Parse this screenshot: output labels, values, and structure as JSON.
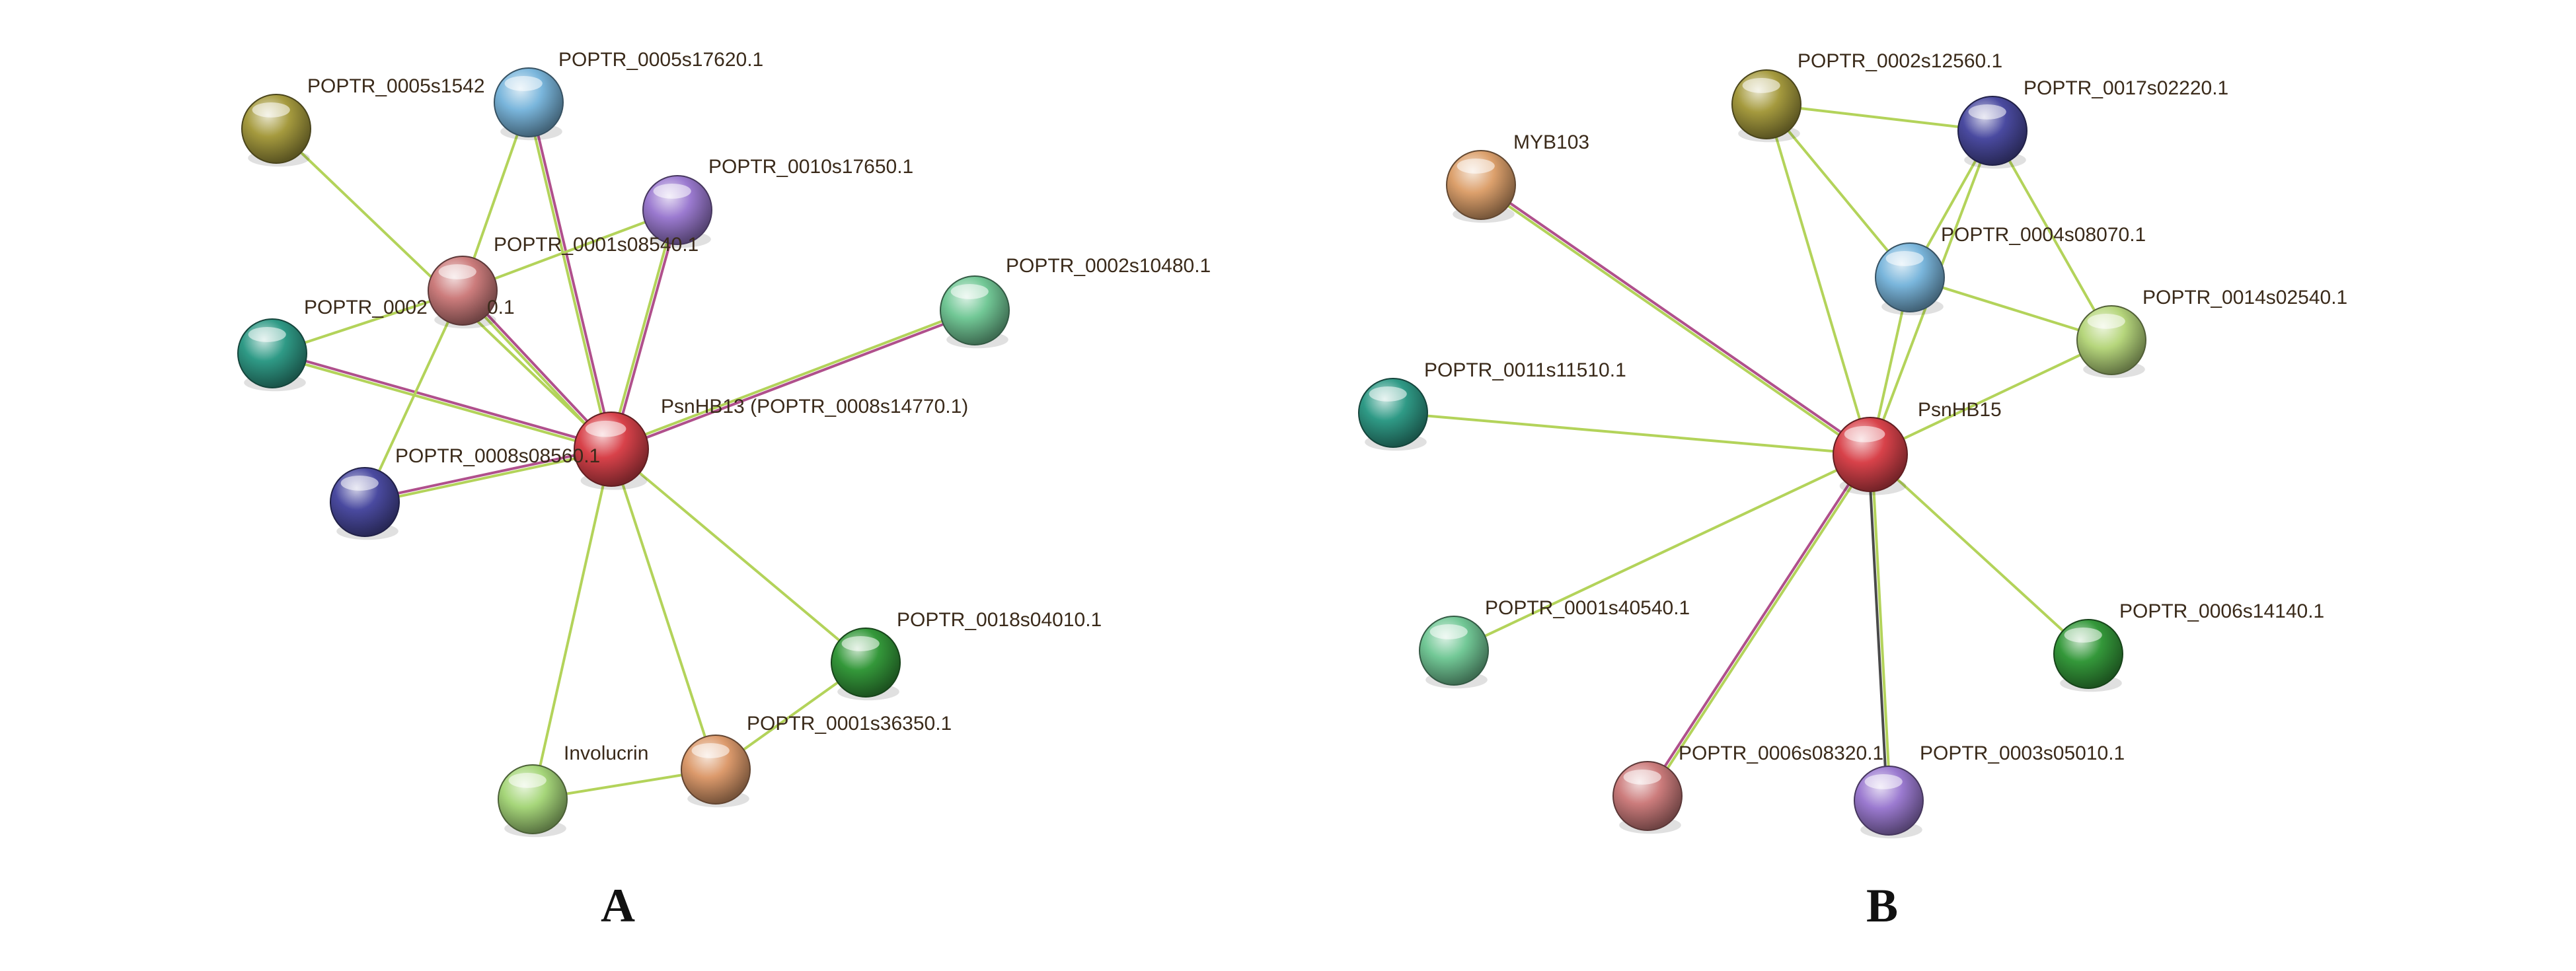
{
  "colors": {
    "edge_green": "#b3d35a",
    "edge_purple": "#b0508c",
    "edge_dark": "#4a4a4a"
  },
  "panels": [
    {
      "id": "A",
      "label": "A",
      "nodes": [
        {
          "id": "hub",
          "label": "PsnHB13 (POPTR_0008s14770.1)",
          "color": "#d8424a",
          "hub": true
        },
        {
          "id": "s17620",
          "label": "POPTR_0005s17620.1",
          "color": "#7ab6dc"
        },
        {
          "id": "s1542",
          "label": "POPTR_0005s1542",
          "color": "#a59a3e"
        },
        {
          "id": "s17650",
          "label": "POPTR_0010s17650.1",
          "color": "#9b7ad0"
        },
        {
          "id": "s08540",
          "label": "POPTR_0001s08540.1",
          "color": "#cc7c7c"
        },
        {
          "id": "s0002x",
          "label": "POPTR_0002",
          "label2": "0.1",
          "color": "#2f9a86"
        },
        {
          "id": "s10480",
          "label": "POPTR_0002s10480.1",
          "color": "#72c896"
        },
        {
          "id": "s08560",
          "label": "POPTR_0008s08560.1",
          "color": "#4a4aa0"
        },
        {
          "id": "s04010",
          "label": "POPTR_0018s04010.1",
          "color": "#34983a"
        },
        {
          "id": "s36350",
          "label": "POPTR_0001s36350.1",
          "color": "#dc9a6c"
        },
        {
          "id": "invol",
          "label": "Involucrin",
          "color": "#a6d67a"
        }
      ],
      "edges": [
        {
          "a": "hub",
          "b": "s17620",
          "kinds": [
            "green",
            "purple"
          ]
        },
        {
          "a": "hub",
          "b": "s17650",
          "kinds": [
            "green",
            "purple"
          ]
        },
        {
          "a": "hub",
          "b": "s08540",
          "kinds": [
            "green",
            "purple"
          ]
        },
        {
          "a": "hub",
          "b": "s0002x",
          "kinds": [
            "green",
            "purple"
          ]
        },
        {
          "a": "hub",
          "b": "s10480",
          "kinds": [
            "green",
            "purple"
          ]
        },
        {
          "a": "hub",
          "b": "s08560",
          "kinds": [
            "green",
            "purple"
          ]
        },
        {
          "a": "hub",
          "b": "s04010",
          "kinds": [
            "green"
          ]
        },
        {
          "a": "hub",
          "b": "s36350",
          "kinds": [
            "green"
          ]
        },
        {
          "a": "hub",
          "b": "invol",
          "kinds": [
            "green"
          ]
        },
        {
          "a": "hub",
          "b": "s1542",
          "kinds": [
            "green"
          ]
        },
        {
          "a": "s08540",
          "b": "s17620",
          "kinds": [
            "green"
          ]
        },
        {
          "a": "s08540",
          "b": "s17650",
          "kinds": [
            "green"
          ]
        },
        {
          "a": "s08540",
          "b": "s0002x",
          "kinds": [
            "green"
          ]
        },
        {
          "a": "s08540",
          "b": "s08560",
          "kinds": [
            "green"
          ]
        },
        {
          "a": "s36350",
          "b": "s04010",
          "kinds": [
            "green"
          ]
        },
        {
          "a": "s36350",
          "b": "invol",
          "kinds": [
            "green"
          ]
        }
      ]
    },
    {
      "id": "B",
      "label": "B",
      "nodes": [
        {
          "id": "hub",
          "label": "PsnHB15",
          "color": "#d8424a",
          "hub": true
        },
        {
          "id": "myb",
          "label": "MYB103",
          "color": "#dca06c"
        },
        {
          "id": "s12560",
          "label": "POPTR_0002s12560.1",
          "color": "#a59a3e"
        },
        {
          "id": "s02220",
          "label": "POPTR_0017s02220.1",
          "color": "#4a4aa0"
        },
        {
          "id": "s08070",
          "label": "POPTR_0004s08070.1",
          "color": "#7ab6dc"
        },
        {
          "id": "s02540",
          "label": "POPTR_0014s02540.1",
          "color": "#b6d67c"
        },
        {
          "id": "s11510",
          "label": "POPTR_0011s11510.1",
          "color": "#2f9a86"
        },
        {
          "id": "s40540",
          "label": "POPTR_0001s40540.1",
          "color": "#72c896"
        },
        {
          "id": "s14140",
          "label": "POPTR_0006s14140.1",
          "color": "#34983a"
        },
        {
          "id": "s08320",
          "label": "POPTR_0006s08320.1",
          "color": "#cc7c7c"
        },
        {
          "id": "s05010",
          "label": "POPTR_0003s05010.1",
          "color": "#9b7ad0"
        }
      ],
      "edges": [
        {
          "a": "hub",
          "b": "myb",
          "kinds": [
            "green",
            "purple"
          ]
        },
        {
          "a": "hub",
          "b": "s12560",
          "kinds": [
            "green"
          ]
        },
        {
          "a": "hub",
          "b": "s02220",
          "kinds": [
            "green"
          ]
        },
        {
          "a": "hub",
          "b": "s08070",
          "kinds": [
            "green"
          ]
        },
        {
          "a": "hub",
          "b": "s02540",
          "kinds": [
            "green"
          ]
        },
        {
          "a": "hub",
          "b": "s11510",
          "kinds": [
            "green"
          ]
        },
        {
          "a": "hub",
          "b": "s40540",
          "kinds": [
            "green"
          ]
        },
        {
          "a": "hub",
          "b": "s14140",
          "kinds": [
            "green"
          ]
        },
        {
          "a": "hub",
          "b": "s08320",
          "kinds": [
            "green",
            "purple"
          ]
        },
        {
          "a": "hub",
          "b": "s05010",
          "kinds": [
            "green",
            "dark"
          ]
        },
        {
          "a": "s12560",
          "b": "s02220",
          "kinds": [
            "green"
          ]
        },
        {
          "a": "s12560",
          "b": "s08070",
          "kinds": [
            "green"
          ]
        },
        {
          "a": "s02220",
          "b": "s08070",
          "kinds": [
            "green"
          ]
        },
        {
          "a": "s02220",
          "b": "s02540",
          "kinds": [
            "green"
          ]
        },
        {
          "a": "s08070",
          "b": "s02540",
          "kinds": [
            "green"
          ]
        }
      ]
    }
  ]
}
